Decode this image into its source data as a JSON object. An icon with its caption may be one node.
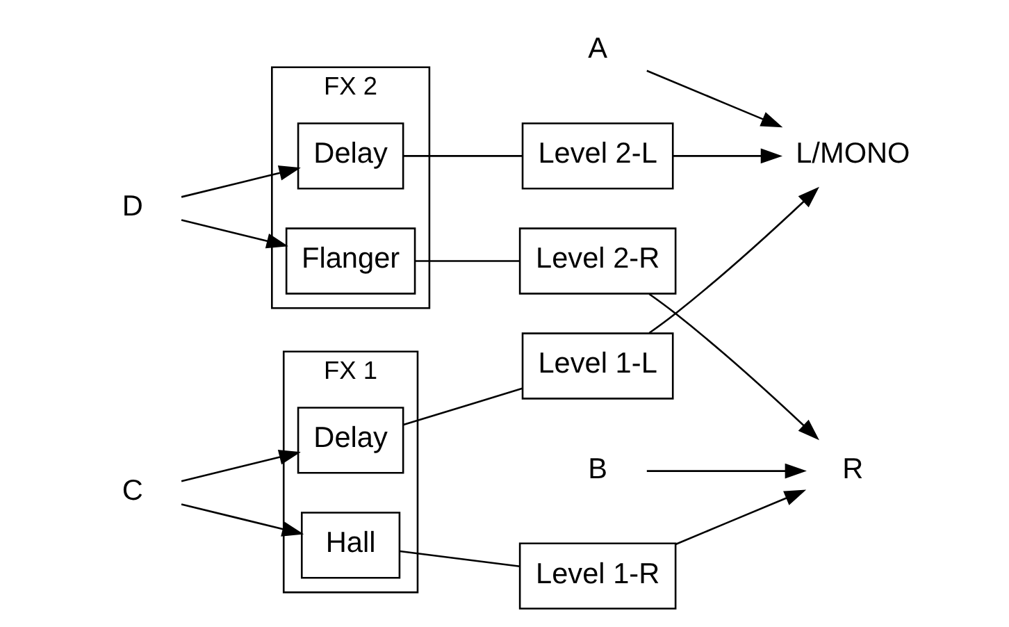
{
  "diagram": {
    "nodes": [
      {
        "text": [
          "A"
        ]
      },
      {
        "text": [
          "L/MONO"
        ]
      },
      {
        "text": [
          "B"
        ]
      },
      {
        "text": [
          "R"
        ]
      },
      {
        "text": [
          "FX 1"
        ]
      },
      {
        "text": [
          "Delay"
        ],
        "in": 4
      },
      {
        "text": [
          "Hall"
        ],
        "in": 4
      },
      {
        "text": [
          "C"
        ]
      },
      {
        "text": [
          "Level 1-L"
        ]
      },
      {
        "text": [
          "Level 1-R"
        ]
      },
      {
        "text": [
          "FX 2"
        ]
      },
      {
        "text": [
          "Delay"
        ],
        "in": 10
      },
      {
        "text": [
          "Flanger"
        ],
        "in": 10
      },
      {
        "text": [
          "D"
        ]
      },
      {
        "text": [
          "Level 2-L"
        ]
      },
      {
        "text": [
          "Level 2-R"
        ]
      }
    ],
    "edges": [
      {
        "from": 0,
        "to": 1,
        "arrow": "to"
      },
      {
        "from": 2,
        "to": 3,
        "arrow": "to"
      },
      {
        "from": 7,
        "to": 5,
        "arrow": "to"
      },
      {
        "from": 7,
        "to": 6,
        "arrow": "to"
      },
      {
        "from": 5,
        "to": 8,
        "arrow": "none"
      },
      {
        "from": 6,
        "to": 9,
        "arrow": "none"
      },
      {
        "from": 8,
        "to": 1,
        "arrow": "to"
      },
      {
        "from": 9,
        "to": 3,
        "arrow": "to"
      },
      {
        "from": 13,
        "to": 11,
        "arrow": "to"
      },
      {
        "from": 13,
        "to": 12,
        "arrow": "to"
      },
      {
        "from": 11,
        "to": 14,
        "arrow": "none"
      },
      {
        "from": 12,
        "to": 15,
        "arrow": "none"
      },
      {
        "from": 14,
        "to": 1,
        "arrow": "to"
      },
      {
        "from": 15,
        "to": 3,
        "arrow": "to"
      }
    ]
  }
}
